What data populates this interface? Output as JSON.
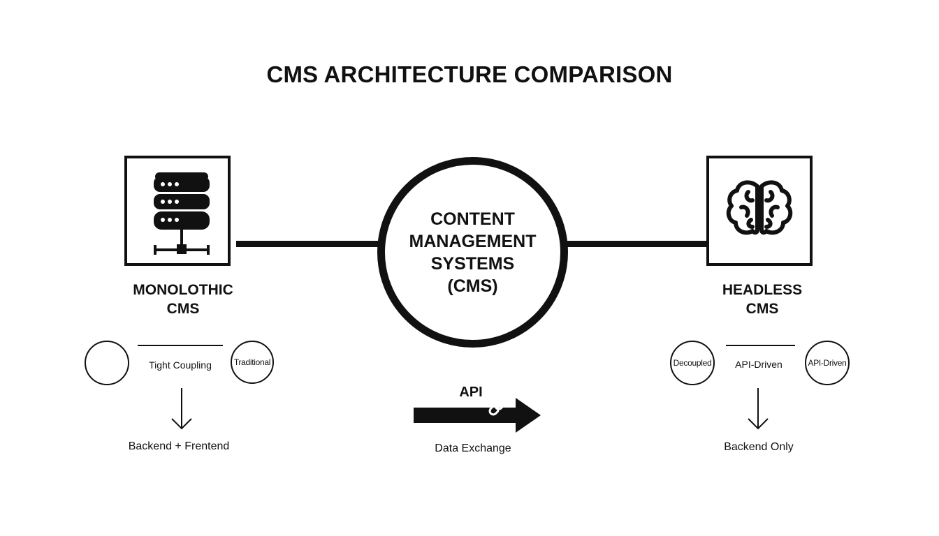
{
  "title": "CMS ARCHITECTURE COMPARISON",
  "center": {
    "label": "CONTENT\nMANAGEMENT\nSYSTEMS\n(CMS)"
  },
  "left": {
    "icon": "database-server-icon",
    "label": "MONOLOTHIC\nCMS",
    "connector_label": "Tight Coupling",
    "right_circle_label": "Traditional",
    "left_circle_label": "",
    "bottom_label": "Backend + Frentend"
  },
  "right": {
    "icon": "brain-icon",
    "label": "HEADLESS\nCMS",
    "left_circle_label": "Decoupled",
    "connector_label": "API-Driven",
    "right_circle_label": "API-Driven",
    "bottom_label": "Backend Only"
  },
  "api": {
    "label": "API",
    "sub_label": "Data Exchange",
    "icon": "link-icon"
  }
}
